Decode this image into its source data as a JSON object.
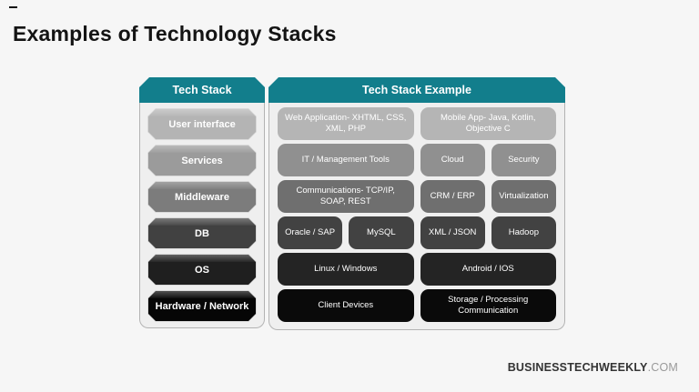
{
  "title": "Examples of Technology Stacks",
  "watermark": {
    "bold": "BUSINESSTECHWEEKLY",
    "light": ".COM"
  },
  "colors": {
    "accent_teal": "#127e8c",
    "page_background": "#f6f6f6",
    "panel_background": "#efefef",
    "panel_border": "#b3b3b3",
    "box_text": "#ffffff"
  },
  "left_panel": {
    "header": "Tech Stack",
    "items": [
      {
        "label": "User interface",
        "color": "#b4b4b4"
      },
      {
        "label": "Services",
        "color": "#9b9b9b"
      },
      {
        "label": "Middleware",
        "color": "#7c7c7c"
      },
      {
        "label": "DB",
        "color": "#414141"
      },
      {
        "label": "OS",
        "color": "#1f1f1f"
      },
      {
        "label": "Hardware / Network",
        "color": "#060606"
      }
    ]
  },
  "right_panel": {
    "header": "Tech Stack Example",
    "rows": [
      {
        "color": "#b5b5b5",
        "left": [
          {
            "label": "Web Application- XHTML, CSS, XML, PHP"
          }
        ],
        "right": [
          {
            "label": "Mobile App- Java, Kotlin, Objective C"
          }
        ]
      },
      {
        "color": "#909090",
        "left": [
          {
            "label": "IT / Management Tools"
          }
        ],
        "right": [
          {
            "label": "Cloud"
          },
          {
            "label": "Security"
          }
        ]
      },
      {
        "color": "#6f6f6f",
        "left": [
          {
            "label": "Communications- TCP/IP, SOAP, REST"
          }
        ],
        "right": [
          {
            "label": "CRM / ERP"
          },
          {
            "label": "Virtualization"
          }
        ]
      },
      {
        "color": "#424242",
        "left": [
          {
            "label": "Oracle / SAP"
          },
          {
            "label": "MySQL"
          }
        ],
        "right": [
          {
            "label": "XML / JSON"
          },
          {
            "label": "Hadoop"
          }
        ]
      },
      {
        "color": "#242424",
        "left": [
          {
            "label": "Linux / Windows"
          }
        ],
        "right": [
          {
            "label": "Android / IOS"
          }
        ]
      },
      {
        "color": "#0a0a0a",
        "left": [
          {
            "label": "Client Devices"
          }
        ],
        "right": [
          {
            "label": "Storage / Processing Communication"
          }
        ]
      }
    ]
  }
}
